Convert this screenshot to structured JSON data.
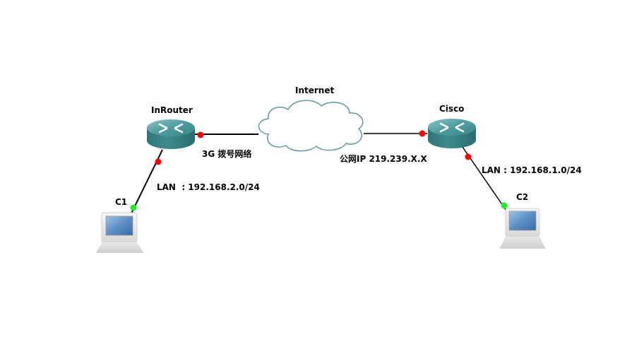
{
  "diagram": {
    "type": "network-topology",
    "nodes": {
      "inrouter": {
        "label": "InRouter",
        "kind": "router"
      },
      "internet": {
        "label": "Internet",
        "kind": "cloud"
      },
      "cisco": {
        "label": "Cisco",
        "kind": "router"
      },
      "c1": {
        "label": "C1",
        "kind": "pc"
      },
      "c2": {
        "label": "C2",
        "kind": "pc"
      }
    },
    "links": [
      {
        "from": "InRouter",
        "to": "Internet",
        "label": "3G 拨号网络",
        "status": "down"
      },
      {
        "from": "Internet",
        "to": "Cisco",
        "label": "公网IP 219.239.X.X",
        "status": "down"
      },
      {
        "from": "InRouter",
        "to": "C1",
        "label": "LAN  : 192.168.2.0/24",
        "status": "mixed"
      },
      {
        "from": "Cisco",
        "to": "C2",
        "label": "LAN : 192.168.1.0/24",
        "status": "mixed"
      }
    ],
    "colors": {
      "router_body": "#3a8a8c",
      "router_top": "#5fa8aa",
      "cloud_stroke": "#5b9aa0",
      "port_down": "#ff0000",
      "port_up": "#22ee22",
      "link": "#000000"
    }
  }
}
